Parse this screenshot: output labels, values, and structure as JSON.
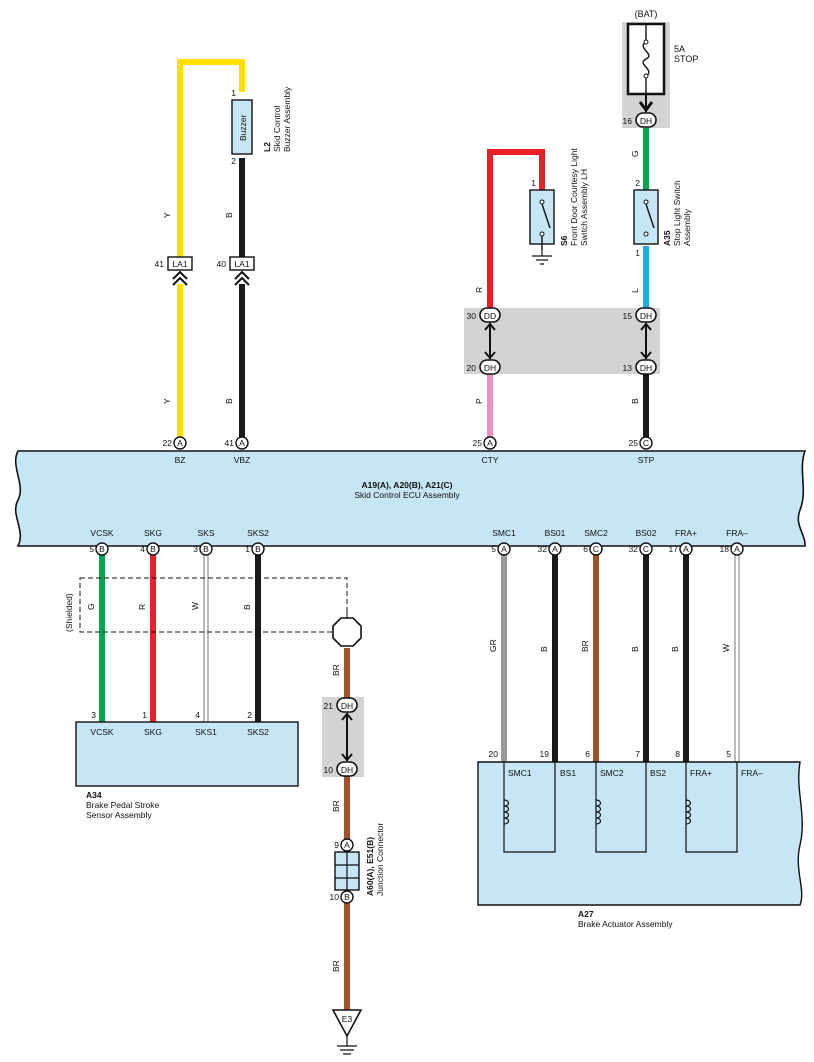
{
  "colors": {
    "yellow": "#ffe000",
    "black": "#1a1a1a",
    "red": "#e8202a",
    "green": "#00a651",
    "blue": "#1cace4",
    "pink": "#ee8fc0",
    "brown": "#a0522d",
    "gray": "#999999",
    "white": "#ffffff",
    "component_fill": "#c6e6f5",
    "junction_fill": "#d3d3d3"
  },
  "battery": {
    "label": "(BAT)",
    "fuse_rating": "5A",
    "fuse_name": "STOP",
    "pin": "16",
    "conn": "DH"
  },
  "buzzer": {
    "name": "Buzzer",
    "code": "L2",
    "desc1": "Skid Control",
    "desc2": "Buzzer Assembly",
    "pin_top": "1",
    "pin_bottom": "2"
  },
  "courtesy_switch": {
    "code": "S6",
    "desc1": "Front Door Courtesy Light",
    "desc2": "Switch Assembly LH",
    "pin": "1"
  },
  "stop_switch": {
    "code": "A35",
    "desc1": "Stop Light Switch",
    "desc2": "Assembly",
    "pin_top": "2",
    "pin_bottom": "1"
  },
  "la1": {
    "conn": "LA1",
    "pin_left": "41",
    "pin_right": "40"
  },
  "junction_top": {
    "pin_dd": "30",
    "conn_dd": "DD",
    "pin_dh_left": "20",
    "conn_dh": "DH",
    "pin_right_top": "15",
    "pin_right_bottom": "13"
  },
  "wire_labels": {
    "Y": "Y",
    "B": "B",
    "R": "R",
    "G": "G",
    "L": "L",
    "P": "P",
    "W": "W",
    "BR": "BR",
    "GR": "GR"
  },
  "ecu": {
    "title": "A19(A), A20(B), A21(C)",
    "subtitle": "Skid Control ECU Assembly",
    "top_pins": [
      {
        "num": "22",
        "conn": "A",
        "name": "BZ"
      },
      {
        "num": "41",
        "conn": "A",
        "name": "VBZ"
      },
      {
        "num": "25",
        "conn": "A",
        "name": "CTY"
      },
      {
        "num": "25",
        "conn": "C",
        "name": "STP"
      }
    ],
    "bottom_pins": [
      {
        "num": "5",
        "conn": "B",
        "name": "VCSK"
      },
      {
        "num": "4",
        "conn": "B",
        "name": "SKG"
      },
      {
        "num": "3",
        "conn": "B",
        "name": "SKS"
      },
      {
        "num": "1",
        "conn": "B",
        "name": "SKS2"
      },
      {
        "num": "5",
        "conn": "A",
        "name": "SMC1"
      },
      {
        "num": "32",
        "conn": "A",
        "name": "BS01"
      },
      {
        "num": "6",
        "conn": "C",
        "name": "SMC2"
      },
      {
        "num": "32",
        "conn": "C",
        "name": "BS02"
      },
      {
        "num": "17",
        "conn": "A",
        "name": "FRA+"
      },
      {
        "num": "18",
        "conn": "A",
        "name": "FRA–"
      }
    ]
  },
  "shielded": "(Shielded)",
  "stroke_sensor": {
    "code": "A34",
    "desc1": "Brake Pedal Stroke",
    "desc2": "Sensor Assembly",
    "pins": [
      {
        "num": "3",
        "name": "VCSK"
      },
      {
        "num": "1",
        "name": "SKG"
      },
      {
        "num": "4",
        "name": "SKS1"
      },
      {
        "num": "2",
        "name": "SKS2"
      }
    ]
  },
  "junction_mid": {
    "pin_top": "21",
    "pin_bottom": "10",
    "conn": "DH"
  },
  "junction_connector": {
    "code": "A60(A), E51(B)",
    "desc": "Junction Connector",
    "pin_top": "9",
    "conn_top": "A",
    "pin_bottom": "10",
    "conn_bottom": "B"
  },
  "ground": {
    "label": "E3"
  },
  "actuator": {
    "code": "A27",
    "desc": "Brake Actuator Assembly",
    "pins": [
      {
        "num": "20",
        "name": "SMC1"
      },
      {
        "num": "19",
        "name": "BS1"
      },
      {
        "num": "6",
        "name": "SMC2"
      },
      {
        "num": "7",
        "name": "BS2"
      },
      {
        "num": "8",
        "name": "FRA+"
      },
      {
        "num": "5",
        "name": "FRA–"
      }
    ]
  }
}
